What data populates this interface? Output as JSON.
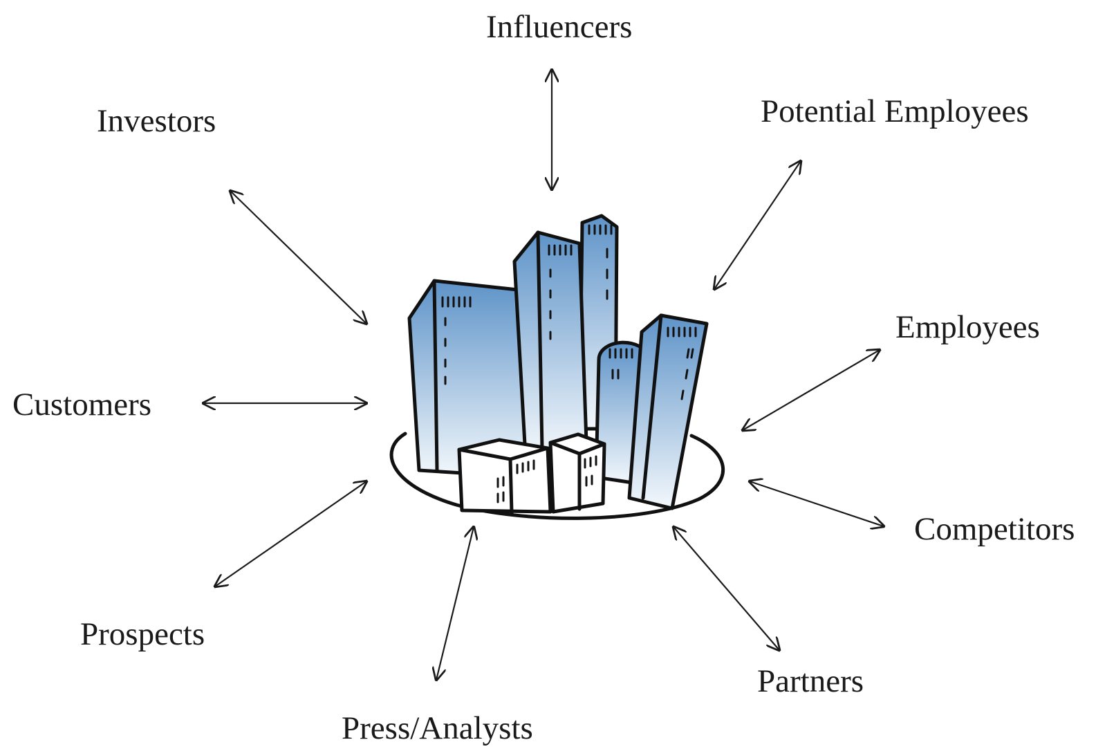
{
  "stakeholders": {
    "influencers": "Influencers",
    "investors": "Investors",
    "potential_employees": "Potential Employees",
    "employees": "Employees",
    "customers": "Customers",
    "competitors": "Competitors",
    "prospects": "Prospects",
    "partners": "Partners",
    "press_analysts": "Press/Analysts"
  },
  "center": {
    "icon": "office-buildings-icon"
  },
  "colors": {
    "building_gradient_top": "#5e93c8",
    "building_gradient_bottom": "#f3f8fc",
    "ink": "#111111"
  }
}
